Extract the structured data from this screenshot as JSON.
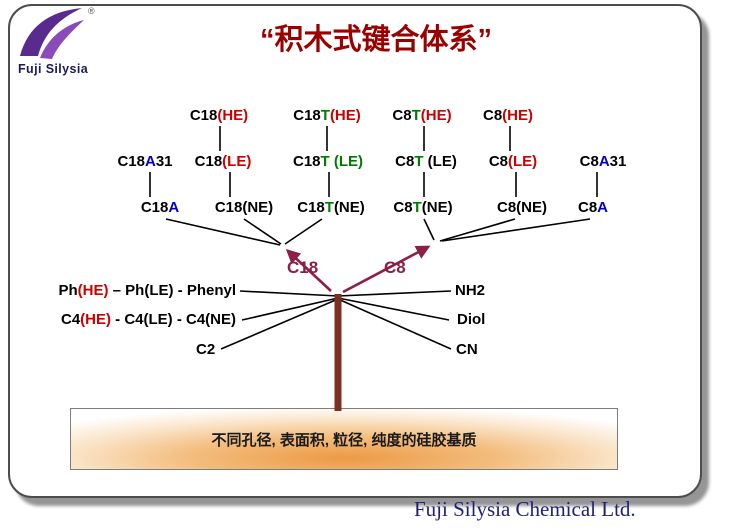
{
  "colors": {
    "title": "#9b0000",
    "red": "#cc0000",
    "green": "#007a00",
    "blue": "#0000cc",
    "arrow": "#8d1f45",
    "trunk": "#7b3122",
    "logo_purple": "#5a2b8e",
    "footer_blue": "#1f1f7a"
  },
  "logo": {
    "brand": "Fuji Silysia",
    "registered": "®"
  },
  "title": "“积木式键合体系”",
  "tree": {
    "row1": [
      [
        "C18",
        "(HE)"
      ],
      [
        "C18",
        "T",
        "(HE)"
      ],
      [
        "C8",
        "T",
        "(HE)"
      ],
      [
        "C8",
        "(HE)"
      ]
    ],
    "row2": [
      [
        "C18",
        "A",
        "31"
      ],
      [
        "C18",
        "(LE)"
      ],
      [
        "C18",
        "T",
        " (LE)"
      ],
      [
        "C8",
        "T",
        " (LE)"
      ],
      [
        "C8",
        "(LE)"
      ],
      [
        "C8",
        "A",
        "31"
      ]
    ],
    "row3": [
      [
        "C18",
        "A"
      ],
      [
        "C18(NE)"
      ],
      [
        "C18",
        "T",
        "(NE)"
      ],
      [
        "C8",
        "T",
        "(NE)"
      ],
      [
        "C8(NE)"
      ],
      [
        "C8",
        "A"
      ]
    ]
  },
  "branches": {
    "c18": "C18",
    "c8": "C8",
    "left": [
      [
        "Ph",
        "(HE)",
        " – Ph(LE) - Phenyl"
      ],
      [
        "C4",
        "(HE)",
        " - C4(LE) - C4(NE)"
      ],
      [
        "C2"
      ]
    ],
    "right": [
      "NH2",
      "Diol",
      "CN"
    ]
  },
  "base": {
    "label": "不同孔径, 表面积, 粒径, 纯度的硅胶基质"
  },
  "footer": {
    "company": "Fuji Silysia Chemical Ltd."
  }
}
